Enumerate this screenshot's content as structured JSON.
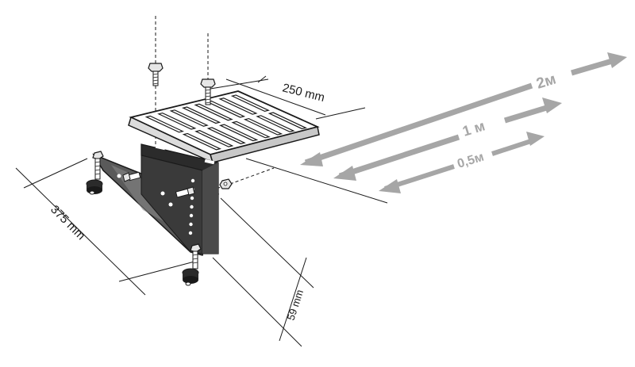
{
  "dimensions": {
    "width_label": "250 mm",
    "length_label": "375 mm",
    "height_label": "59 mm"
  },
  "distance_arrows": [
    {
      "label": "2м"
    },
    {
      "label": "1 м"
    },
    {
      "label": "0,5м"
    }
  ],
  "colors": {
    "arrow": "#a6a6a6",
    "line": "#1a1a1a",
    "bracket": "#2b2b2b",
    "bracket_light": "#5a5a5a"
  },
  "icons": {
    "bolt": "hex-bolt-icon",
    "foot": "adjustable-foot-icon",
    "grating": "grating-icon",
    "bracket": "mounting-bracket-icon"
  }
}
